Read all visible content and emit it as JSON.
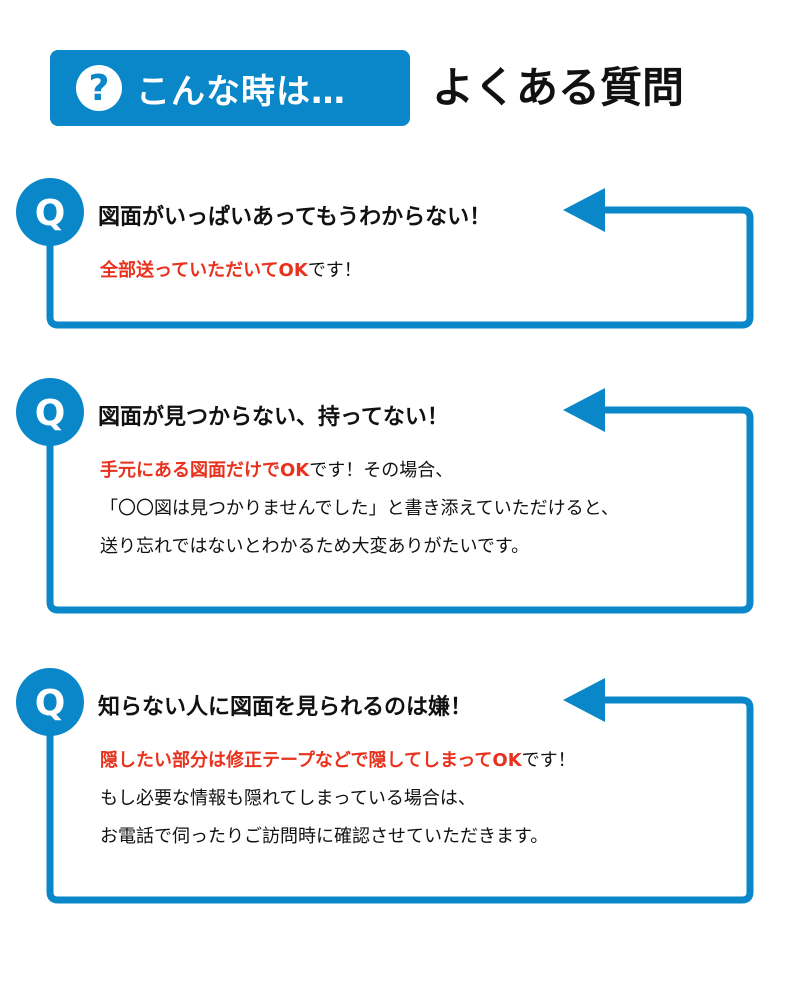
{
  "header": {
    "badge_icon": "question-circle-icon",
    "badge_icon_glyph": "?",
    "badge_text": "こんな時は…",
    "title": "よくある質問"
  },
  "colors": {
    "accent": "#0a87c8",
    "highlight": "#e8321e",
    "text": "#111111"
  },
  "faq": [
    {
      "q_icon": "Q",
      "question": "図面がいっぱいあってもうわからない！",
      "answer_highlight": "全部送っていただいてOK",
      "answer_rest": "です！",
      "answer_lines": []
    },
    {
      "q_icon": "Q",
      "question": "図面が見つからない、持ってない！",
      "answer_highlight": "手元にある図面だけでOK",
      "answer_rest": "です！その場合、",
      "answer_lines": [
        "「〇〇図は見つかりませんでした」と書き添えていただけると、",
        "送り忘れではないとわかるため大変ありがたいです。"
      ]
    },
    {
      "q_icon": "Q",
      "question": "知らない人に図面を見られるのは嫌！",
      "answer_highlight": "隠したい部分は修正テープなどで隠してしまってOK",
      "answer_rest": "です！",
      "answer_lines": [
        "もし必要な情報も隠れてしまっている場合は、",
        "お電話で伺ったりご訪問時に確認させていただきます。"
      ]
    }
  ]
}
